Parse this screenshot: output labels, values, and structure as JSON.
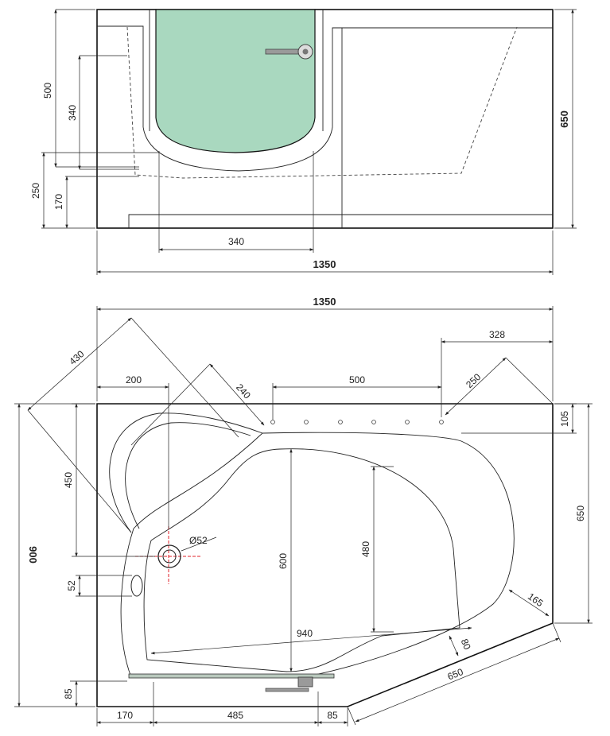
{
  "top_view": {
    "dim_500": "500",
    "dim_340_vertical": "340",
    "dim_250": "250",
    "dim_170": "170",
    "dim_340_horizontal": "340",
    "dim_650": "650",
    "dim_1350": "1350"
  },
  "plan_view": {
    "dim_1350": "1350",
    "dim_430": "430",
    "dim_328": "328",
    "dim_200": "200",
    "dim_240": "240",
    "dim_500": "500",
    "dim_250": "250",
    "dim_105": "105",
    "dim_450": "450",
    "dim_650": "650",
    "dim_900": "900",
    "dim_diameter": "Ø52",
    "dim_52": "52",
    "dim_600": "600",
    "dim_480": "480",
    "dim_940": "940",
    "dim_80": "80",
    "dim_165": "165",
    "dim_650_diagonal": "650",
    "dim_85_left": "85",
    "dim_170": "170",
    "dim_485": "485",
    "dim_85_bottom": "85"
  },
  "colors": {
    "door_panel": "#a9d8bf",
    "line": "#111111",
    "door_handle": "#9a9a9a",
    "drain_marker": "#e0202a",
    "bottom_rail": "#b9c9bd"
  }
}
